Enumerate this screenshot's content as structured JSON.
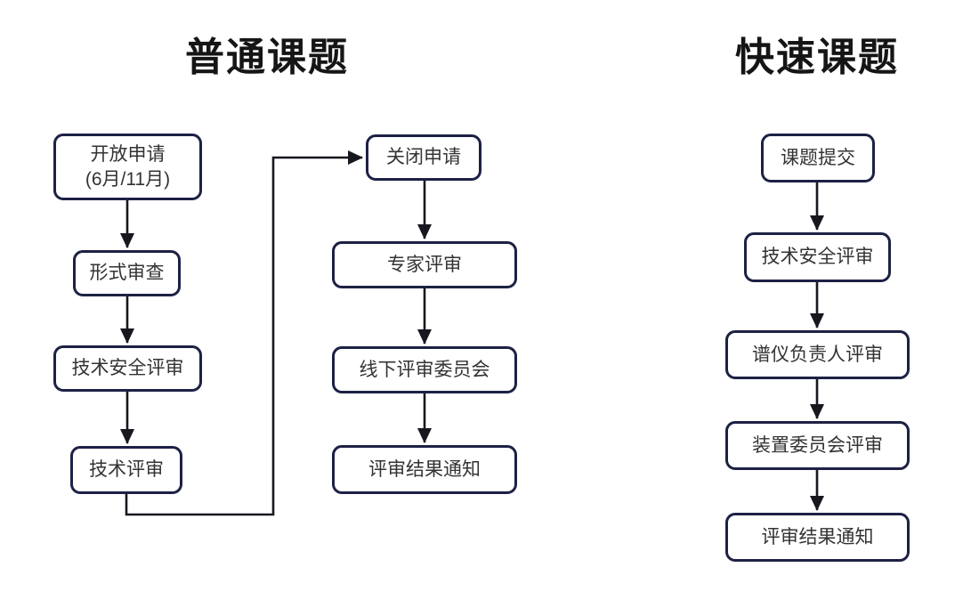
{
  "colors": {
    "background": "#ffffff",
    "box_border": "#1d2145",
    "box_fill": "#ffffff",
    "arrow": "#17171f",
    "node_text": "#333333",
    "title_text": "#151515"
  },
  "flows": [
    {
      "title": "普通课题",
      "nodes": [
        {
          "id": "open-application",
          "label": "开放申请",
          "sublabel": "(6月/11月)"
        },
        {
          "id": "format-review",
          "label": "形式审查"
        },
        {
          "id": "technical-safety-review",
          "label": "技术安全评审"
        },
        {
          "id": "technical-review",
          "label": "技术评审"
        },
        {
          "id": "close-application",
          "label": "关闭申请"
        },
        {
          "id": "expert-review",
          "label": "专家评审"
        },
        {
          "id": "offline-review-committee",
          "label": "线下评审委员会"
        },
        {
          "id": "review-result-notification",
          "label": "评审结果通知"
        }
      ],
      "edges": [
        {
          "from": "开放申请(6月/11月)",
          "to": "形式审查"
        },
        {
          "from": "形式审查",
          "to": "技术安全评审"
        },
        {
          "from": "技术安全评审",
          "to": "技术评审"
        },
        {
          "from": "技术评审",
          "to": "关闭申请"
        },
        {
          "from": "关闭申请",
          "to": "专家评审"
        },
        {
          "from": "专家评审",
          "to": "线下评审委员会"
        },
        {
          "from": "线下评审委员会",
          "to": "评审结果通知"
        }
      ]
    },
    {
      "title": "快速课题",
      "nodes": [
        {
          "id": "proposal-submission",
          "label": "课题提交"
        },
        {
          "id": "technical-safety-review",
          "label": "技术安全评审"
        },
        {
          "id": "instrument-leader-review",
          "label": "谱仪负责人评审"
        },
        {
          "id": "facility-committee-review",
          "label": "装置委员会评审"
        },
        {
          "id": "review-result-notification",
          "label": "评审结果通知"
        }
      ],
      "edges": [
        {
          "from": "课题提交",
          "to": "技术安全评审"
        },
        {
          "from": "技术安全评审",
          "to": "谱仪负责人评审"
        },
        {
          "from": "谱仪负责人评审",
          "to": "装置委员会评审"
        },
        {
          "from": "装置委员会评审",
          "to": "评审结果通知"
        }
      ]
    }
  ]
}
